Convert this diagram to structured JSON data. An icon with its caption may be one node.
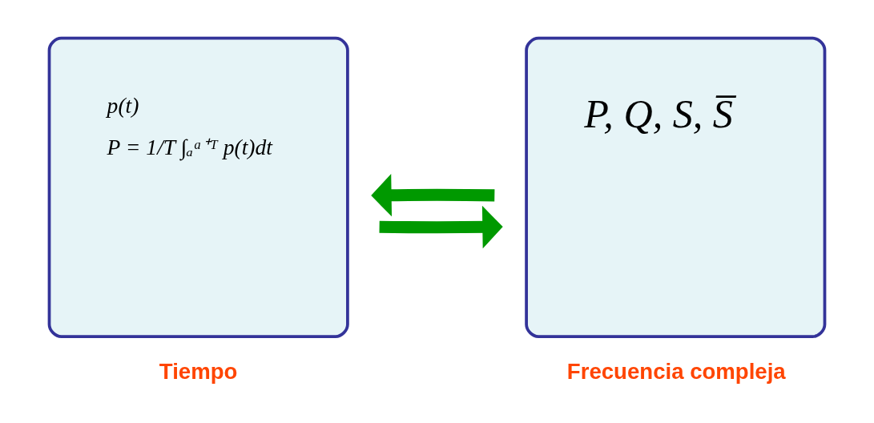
{
  "diagram": {
    "nodes": [
      {
        "text": [
          "p(t)",
          "P = 1/T ∫ₐᵃ⁺ᵀ p(t)dt"
        ],
        "beside": [
          "Tiempo"
        ]
      },
      {
        "text": [
          "P, Q, S, S̅"
        ],
        "beside": [
          "Frecuencia compleja"
        ]
      }
    ],
    "edges": [
      {
        "from": 0,
        "to": 1,
        "arrow": "to"
      },
      {
        "from": 1,
        "to": 0,
        "arrow": "to"
      }
    ]
  }
}
